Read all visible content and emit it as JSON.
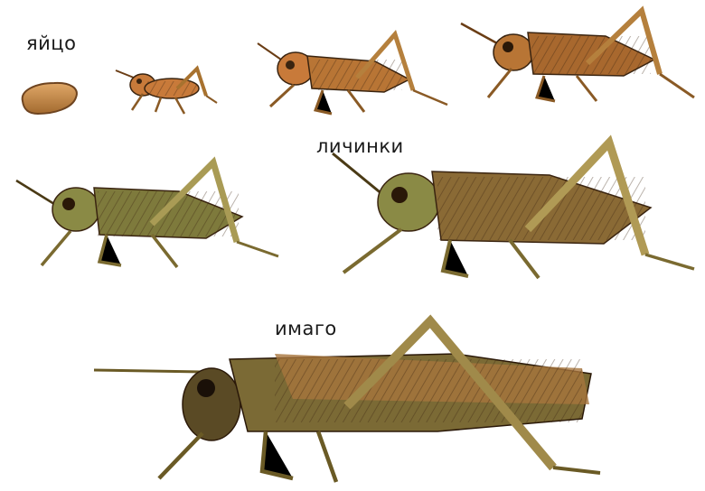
{
  "labels": {
    "egg": "яйцо",
    "larvae": "личинки",
    "adult": "имаго"
  },
  "colors": {
    "egg": "#c98a45",
    "larva_early": "#c87a3a",
    "larva_mid": "#b87535",
    "larva_late": "#8a8a45",
    "adult_body": "#7b6a35",
    "adult_wing": "#a7753d",
    "outline": "#3a2410"
  }
}
